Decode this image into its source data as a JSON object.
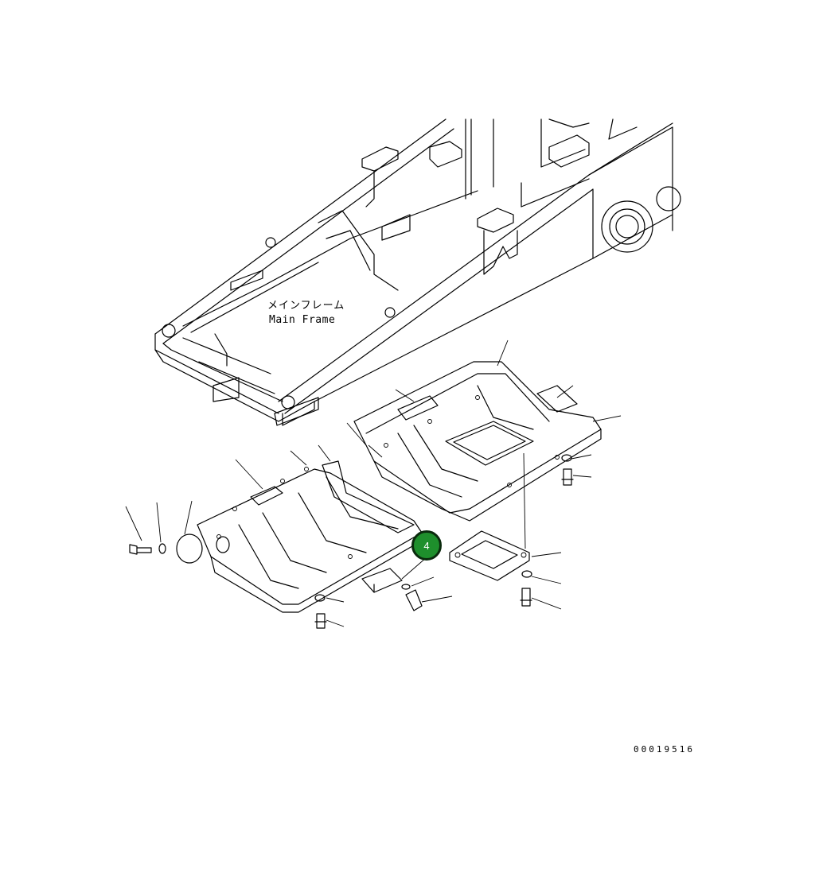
{
  "diagram": {
    "frame_label_jp": "メインフレーム",
    "frame_label_en": "Main Frame",
    "drawing_code": "00019516",
    "callouts": [
      {
        "number": "4",
        "color": "#1e8f2c",
        "border_color": "#0a2a0d"
      }
    ]
  }
}
